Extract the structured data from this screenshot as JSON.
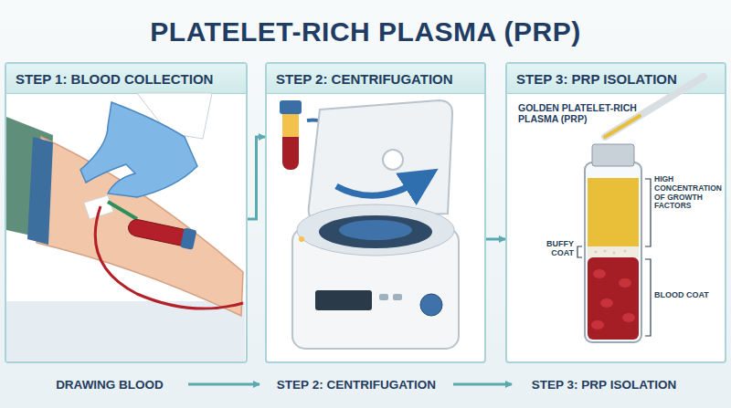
{
  "diagram": {
    "title": "PLATELET-RICH PLASMA (PRP)",
    "nodes": [
      {
        "text": [
          "STEP 1: BLOOD COLLECTION"
        ]
      },
      {
        "text": [
          "STEP 2: CENTRIFUGATION"
        ]
      },
      {
        "text": [
          "STEP 3: PRP ISOLATION",
          "GOLDEN PLATELET-RICH PLASMA (PRP)"
        ]
      },
      {
        "text": [
          "DRAWING BLOOD"
        ]
      },
      {
        "text": [
          "STEP 2: CENTRIFUGATION"
        ]
      },
      {
        "text": [
          "STEP 3: PRP ISOLATION"
        ]
      }
    ],
    "edges": [
      {
        "from": 0,
        "to": 1,
        "arrow": "to"
      },
      {
        "from": 1,
        "to": 2,
        "arrow": "to"
      },
      {
        "from": 3,
        "to": 4,
        "arrow": "to"
      },
      {
        "from": 4,
        "to": 5,
        "arrow": "to"
      }
    ],
    "labels": [
      "HIGH CONCENTRATION OF GROWTH FACTORS",
      "BUFFY COAT",
      "BLOOD COAT"
    ]
  }
}
